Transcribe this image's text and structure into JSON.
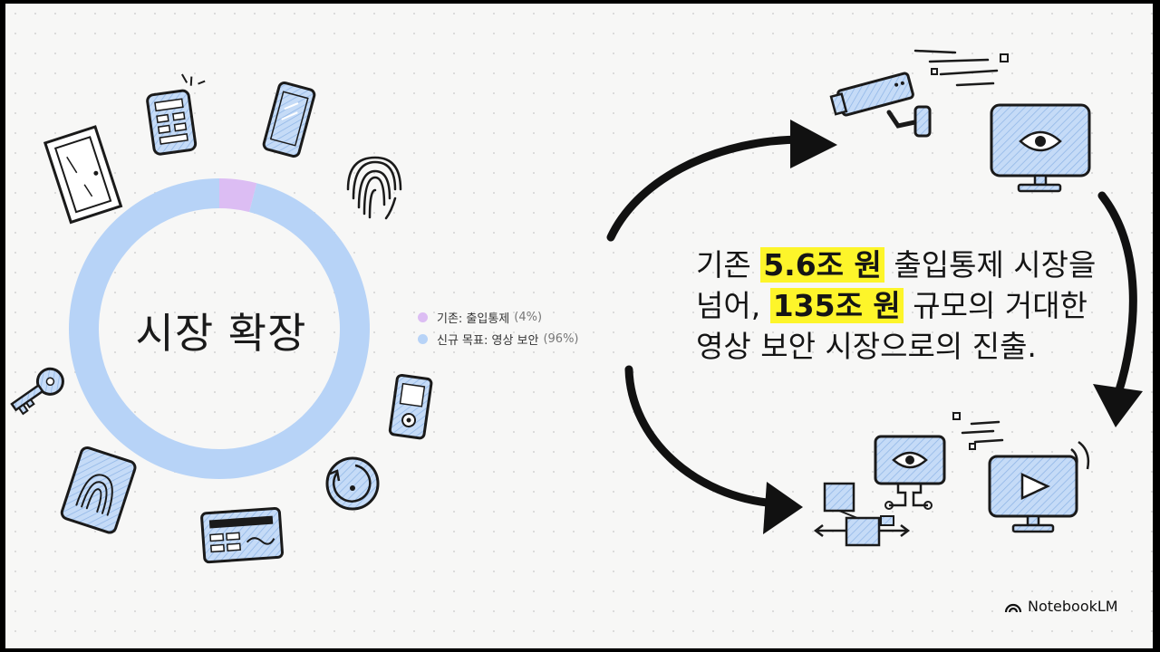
{
  "chart_data": {
    "type": "pie",
    "title": "시장 확장",
    "series": [
      {
        "name": "기존: 출입통제",
        "value": 4,
        "label": "(4%)",
        "color": "#dcbdf3"
      },
      {
        "name": "신규 목표: 영상 보안",
        "value": 96,
        "label": "(96%)",
        "color": "#b7d3f7"
      }
    ],
    "legend_position": "right"
  },
  "statement": {
    "prefix": "기존 ",
    "highlight1": "5.6조 원",
    "middle": " 출입통제 시장을 넘어, ",
    "highlight2": "135조 원",
    "suffix": " 규모의 거대한 영상 보안 시장으로의 진출."
  },
  "brand": {
    "name": "NotebookLM"
  },
  "icons": [
    "door-icon",
    "remote-keypad-icon",
    "smartphone-icon",
    "fingerprint-icon",
    "key-icon",
    "fingerprint-pad-icon",
    "card-reader-icon",
    "rotate-icon",
    "handheld-device-icon",
    "cctv-camera-icon",
    "monitor-eye-icon",
    "network-icon",
    "camera-panel-icon",
    "video-monitor-icon"
  ],
  "colors": {
    "accent_blue": "#b7d3f7",
    "accent_purple": "#dcbdf3",
    "highlight": "#fdf52a"
  }
}
